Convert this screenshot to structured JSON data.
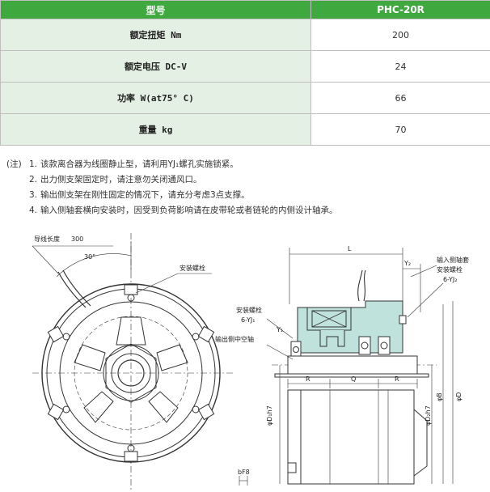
{
  "table": {
    "header": {
      "label": "型号",
      "model": "PHC-20R"
    },
    "rows": [
      {
        "label": "额定扭矩 Nm",
        "value": "200"
      },
      {
        "label": "额定电压 DC-V",
        "value": "24"
      },
      {
        "label": "功率 W(at75° C)",
        "value": "66"
      },
      {
        "label": "重量 kg",
        "value": "70"
      }
    ]
  },
  "notes": {
    "prefix": "(注)",
    "items": [
      {
        "num": "1.",
        "text": "该款离合器为线圈静止型，请利用YJ₁螺孔实施锁紧。"
      },
      {
        "num": "2.",
        "text": "出力侧支架固定时，请注意勿关闭通风口。"
      },
      {
        "num": "3.",
        "text": "输出侧支架在刚性固定的情况下，请充分考虑3点支撑。"
      },
      {
        "num": "4.",
        "text": "输入侧轴套横向安装时，因受到负荷影响请在皮带轮或者链轮的内侧设计轴承。"
      }
    ]
  },
  "drawing": {
    "lead_label": "导线长度",
    "lead_length": "300",
    "angle": "30°",
    "mount_bolt_front": "安装螺栓",
    "mount_bolt_side": "安装螺栓",
    "yj1": "6-YJ₁",
    "yj2": "6-YJ₂",
    "input_sleeve": "输入侧轴套",
    "output_hollow_shaft": "输出侧中空轴",
    "dim_L": "L",
    "dim_Y1": "Y₁",
    "dim_Y2": "Y₂",
    "dim_R1": "R",
    "dim_Q": "Q",
    "dim_R2": "R",
    "dim_D1": "φD₁h7",
    "dim_D2": "φD₂h7",
    "dim_B": "φB",
    "dim_D": "φD",
    "dim_bf": "bF8",
    "accent_color": "#bfe3dc"
  }
}
